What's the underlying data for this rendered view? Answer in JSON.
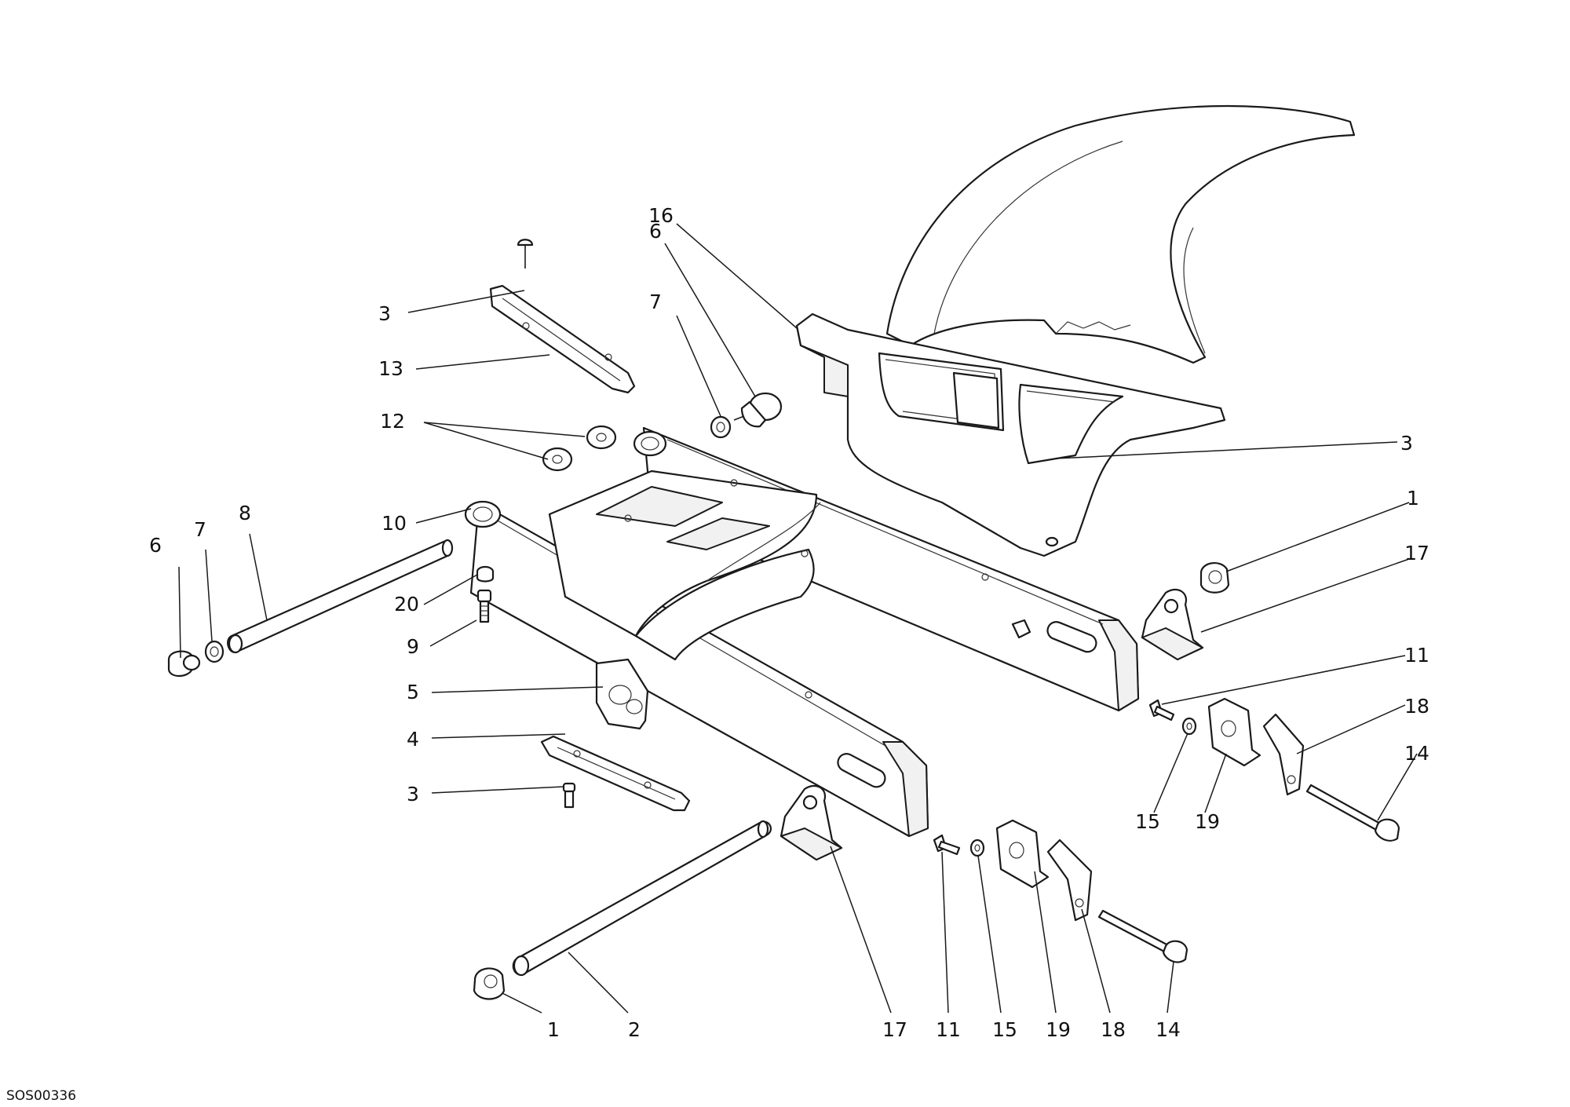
{
  "drawing_code": "SOS00336",
  "callouts": [
    {
      "id": "c3-top",
      "label": "3"
    },
    {
      "id": "c13",
      "label": "13"
    },
    {
      "id": "c12",
      "label": "12"
    },
    {
      "id": "c16",
      "label": "16"
    },
    {
      "id": "c6-top",
      "label": "6"
    },
    {
      "id": "c7-top",
      "label": "7"
    },
    {
      "id": "c3-right",
      "label": "3"
    },
    {
      "id": "c1-right",
      "label": "1"
    },
    {
      "id": "c17-right",
      "label": "17"
    },
    {
      "id": "c10",
      "label": "10"
    },
    {
      "id": "c6-left",
      "label": "6"
    },
    {
      "id": "c7-left",
      "label": "7"
    },
    {
      "id": "c8",
      "label": "8"
    },
    {
      "id": "c20",
      "label": "20"
    },
    {
      "id": "c9",
      "label": "9"
    },
    {
      "id": "c5",
      "label": "5"
    },
    {
      "id": "c4",
      "label": "4"
    },
    {
      "id": "c3-bottom",
      "label": "3"
    },
    {
      "id": "c11-right",
      "label": "11"
    },
    {
      "id": "c18-right",
      "label": "18"
    },
    {
      "id": "c14-right",
      "label": "14"
    },
    {
      "id": "c15-right",
      "label": "15"
    },
    {
      "id": "c19-right",
      "label": "19"
    },
    {
      "id": "c1-bottom",
      "label": "1"
    },
    {
      "id": "c2",
      "label": "2"
    },
    {
      "id": "c17-bottom",
      "label": "17"
    },
    {
      "id": "c11-bottom",
      "label": "11"
    },
    {
      "id": "c15-bottom",
      "label": "15"
    },
    {
      "id": "c19-bottom",
      "label": "19"
    },
    {
      "id": "c18-bottom",
      "label": "18"
    },
    {
      "id": "c14-bottom",
      "label": "14"
    }
  ]
}
